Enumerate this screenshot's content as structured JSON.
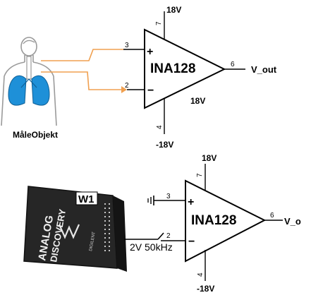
{
  "amp_top": {
    "name": "INA128",
    "supply_pos": "18V",
    "supply_mid": "18V",
    "supply_neg": "-18V",
    "pin_pos_supply": "7",
    "pin_in_plus": "3",
    "pin_in_minus": "2",
    "pin_out": "6",
    "pin_neg_supply": "4",
    "plus_sign": "+",
    "minus_sign": "−",
    "output_label": "V_out"
  },
  "amp_bottom": {
    "name": "INA128",
    "supply_pos": "18V",
    "supply_neg": "-18V",
    "pin_pos_supply": "7",
    "pin_in_plus": "3",
    "pin_in_minus": "2",
    "pin_out": "6",
    "pin_neg_supply": "4",
    "plus_sign": "+",
    "minus_sign": "−",
    "output_label": "V_o"
  },
  "subject": {
    "label": "MåleObjekt"
  },
  "device": {
    "brand_line1": "ANALOG",
    "brand_line2": "DISCOVERY",
    "maker": "DIGILENT",
    "channel_label": "W1"
  },
  "signal": {
    "label": "2V 50kHz"
  },
  "colors": {
    "wire": "#000000",
    "electrode_wire": "#f0a050",
    "lung": "#1e90d8",
    "body_outline": "#9a9a9a",
    "device_body": "#262626"
  }
}
